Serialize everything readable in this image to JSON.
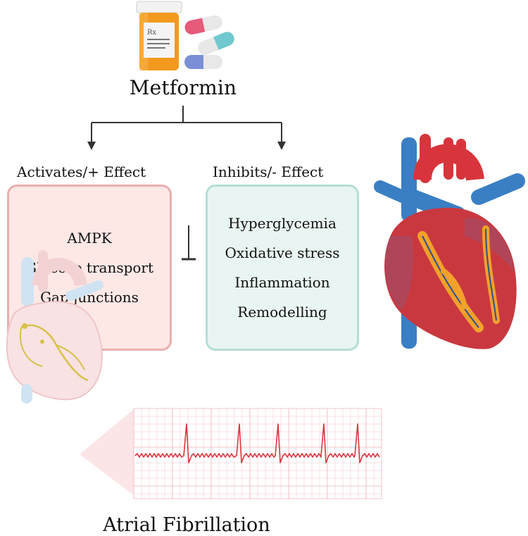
{
  "diagram": {
    "title": "Metformin",
    "left_column": {
      "heading": "Activates/+ Effect",
      "items": [
        "AMPK",
        "Glucose transport",
        "Gap junctions"
      ]
    },
    "right_column": {
      "heading": "Inhibits/- Effect",
      "items": [
        "Hyperglycemia",
        "Oxidative stress",
        "Inflammation",
        "Remodelling"
      ]
    },
    "outcome": "Atrial Fibrillation",
    "rx_label": "Rx",
    "colors": {
      "activate_fill": "#fde8e6",
      "activate_border": "#e8b0ad",
      "inhibit_fill": "#e9f5f2",
      "inhibit_border": "#b5ded7",
      "ecg_line": "#d9363e",
      "ecg_grid": "#f6c4c8"
    },
    "icons": [
      "pill-bottle-icon",
      "capsule-icon",
      "heart-anatomy-icon",
      "heart-conduction-icon",
      "ecg-strip"
    ]
  }
}
